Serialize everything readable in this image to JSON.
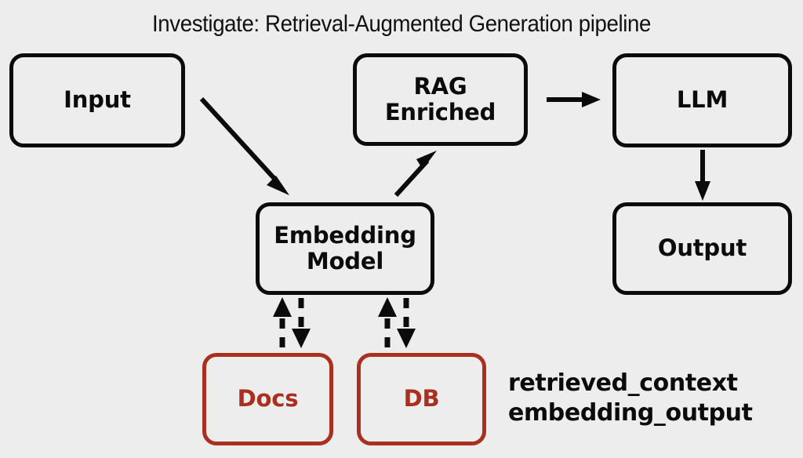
{
  "diagram": {
    "title": "Investigate: Retrieval-Augmented Generation pipeline",
    "background_color": "#ededed",
    "node_stroke_color": "#0b0b0b",
    "source_stroke_color": "#a9301f",
    "nodes": [
      {
        "id": "input",
        "label": "Input",
        "kind": "process"
      },
      {
        "id": "rag",
        "label": "RAG\nEnriched",
        "kind": "process"
      },
      {
        "id": "llm",
        "label": "LLM",
        "kind": "process"
      },
      {
        "id": "embedding",
        "label": "Embedding\nModel",
        "kind": "process"
      },
      {
        "id": "output",
        "label": "Output",
        "kind": "process"
      },
      {
        "id": "docs",
        "label": "Docs",
        "kind": "source"
      },
      {
        "id": "db",
        "label": "DB",
        "kind": "source"
      }
    ],
    "edges": [
      {
        "from": "input",
        "to": "embedding",
        "style": "solid",
        "direction": "one-way"
      },
      {
        "from": "embedding",
        "to": "rag",
        "style": "solid",
        "direction": "one-way"
      },
      {
        "from": "rag",
        "to": "llm",
        "style": "solid",
        "direction": "one-way"
      },
      {
        "from": "llm",
        "to": "output",
        "style": "solid",
        "direction": "one-way"
      },
      {
        "from": "embedding",
        "to": "docs",
        "style": "dashed",
        "direction": "two-way"
      },
      {
        "from": "embedding",
        "to": "db",
        "style": "dashed",
        "direction": "two-way"
      }
    ],
    "annotations": [
      "retrieved_context",
      "embedding_output"
    ]
  }
}
